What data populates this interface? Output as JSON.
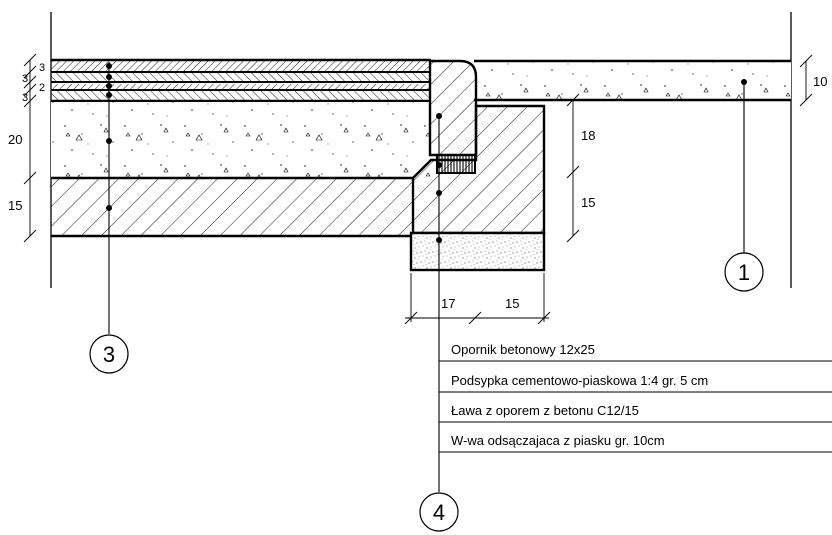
{
  "dimensions": {
    "left_layers": [
      "3",
      "3",
      "2",
      "3"
    ],
    "left_base": "20",
    "left_sub": "15",
    "right_slab": "10",
    "curb_upper": "18",
    "curb_lower": "15",
    "bottom_left": "17",
    "bottom_right": "15"
  },
  "callouts": {
    "one": "1",
    "three": "3",
    "four": "4"
  },
  "notes": [
    "Opornik betonowy 12x25",
    "Podsypka cementowo-piaskowa 1:4 gr. 5 cm",
    "Ława z oporem z betonu C12/15",
    "W-wa odsączajaca z piasku gr. 10cm"
  ]
}
